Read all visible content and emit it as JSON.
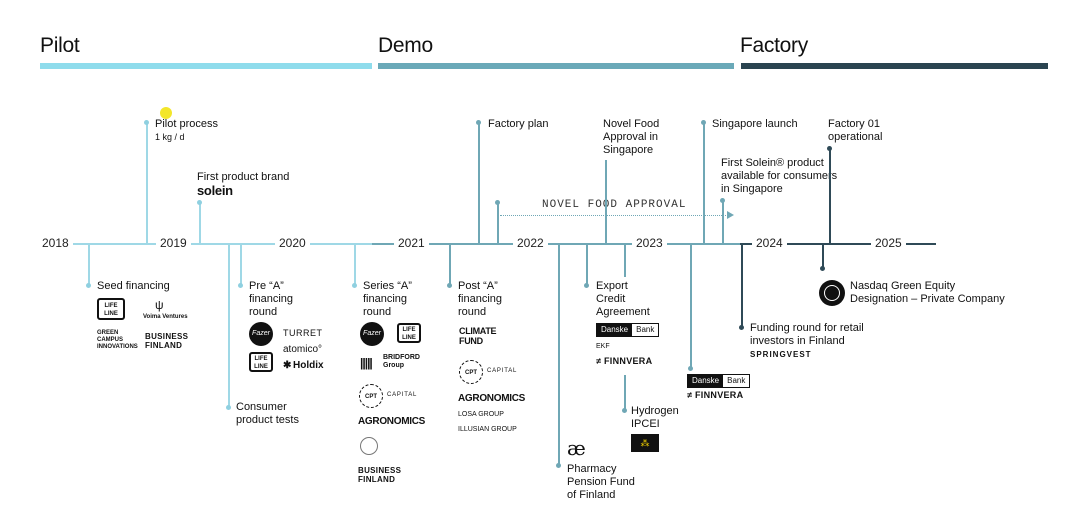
{
  "colors": {
    "pilot": "#8fdcec",
    "demo": "#6aa9b8",
    "factory": "#2a4450",
    "line_light": "#9fd8e6",
    "line_mid": "#6fa7b5",
    "line_dark": "#2f4a57",
    "highlight": "#f3e62a"
  },
  "phases": {
    "pilot": "Pilot",
    "demo": "Demo",
    "factory": "Factory"
  },
  "years": [
    "2018",
    "2019",
    "2020",
    "2021",
    "2022",
    "2023",
    "2024",
    "2025"
  ],
  "milestones": {
    "pilot_process": "Pilot process",
    "pilot_rate": "1 kg / d",
    "first_brand": "First product brand",
    "brand_logo": "solein",
    "factory_plan": "Factory plan",
    "novel_food": "Novel Food\nApproval in\nSingapore",
    "singapore_launch": "Singapore launch",
    "first_solein": "First Solein® product\navailable for consumers\nin Singapore",
    "factory01": "Factory 01\noperational",
    "novel_food_approval": "NOVEL FOOD APPROVAL"
  },
  "financing": {
    "seed": "Seed financing",
    "pre_a": "Pre “A”\nfinancing\nround",
    "consumer_tests": "Consumer\nproduct tests",
    "series_a": "Series “A”\nfinancing\nround",
    "post_a": "Post “A”\nfinancing\nround",
    "export_credit": "Export\nCredit\nAgreement",
    "pharmacy": "Pharmacy\nPension Fund\nof Finland",
    "hydrogen": "Hydrogen\nIPCEI",
    "funding_retail": "Funding round for retail\ninvestors in Finland",
    "nasdaq": "Nasdaq Green Equity\nDesignation – Private Company"
  },
  "logos": {
    "lifeline": "LIFE\nLINE",
    "voima": "Voima Ventures",
    "green_campus": "GREEN\nCAMPUS\nINNOVATIONS",
    "business_finland": "BUSINESS\nFINLAND",
    "fazer": "Fazer",
    "turret": "TURRET",
    "atomico": "atomico°",
    "holdix": "Holdix",
    "bridford": "BRIDFORD\nGroup",
    "cpt": "CPT",
    "capital": "CAPITAL",
    "agronomics": "AGRONOMICS",
    "climate_fund": "CLIMATE\nFUND",
    "losa": "LOSA GROUP",
    "illusian": "ILLUSIAN GROUP",
    "danske": "Danske",
    "bank": "Bank",
    "ekf": "EKF",
    "finnvera": "FINNVERA",
    "varma": "æ",
    "springvest": "SPRINGVEST"
  }
}
